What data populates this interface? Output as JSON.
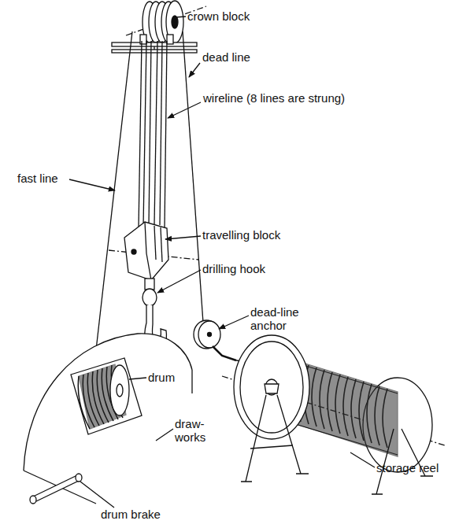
{
  "diagram": {
    "labels": [
      "crown block",
      "dead line",
      "wireline (8 lines are strung)",
      "fast line",
      "travelling block",
      "drilling hook",
      "dead-line anchor",
      "drum",
      "draw-works",
      "storage reel",
      "drum brake"
    ]
  }
}
